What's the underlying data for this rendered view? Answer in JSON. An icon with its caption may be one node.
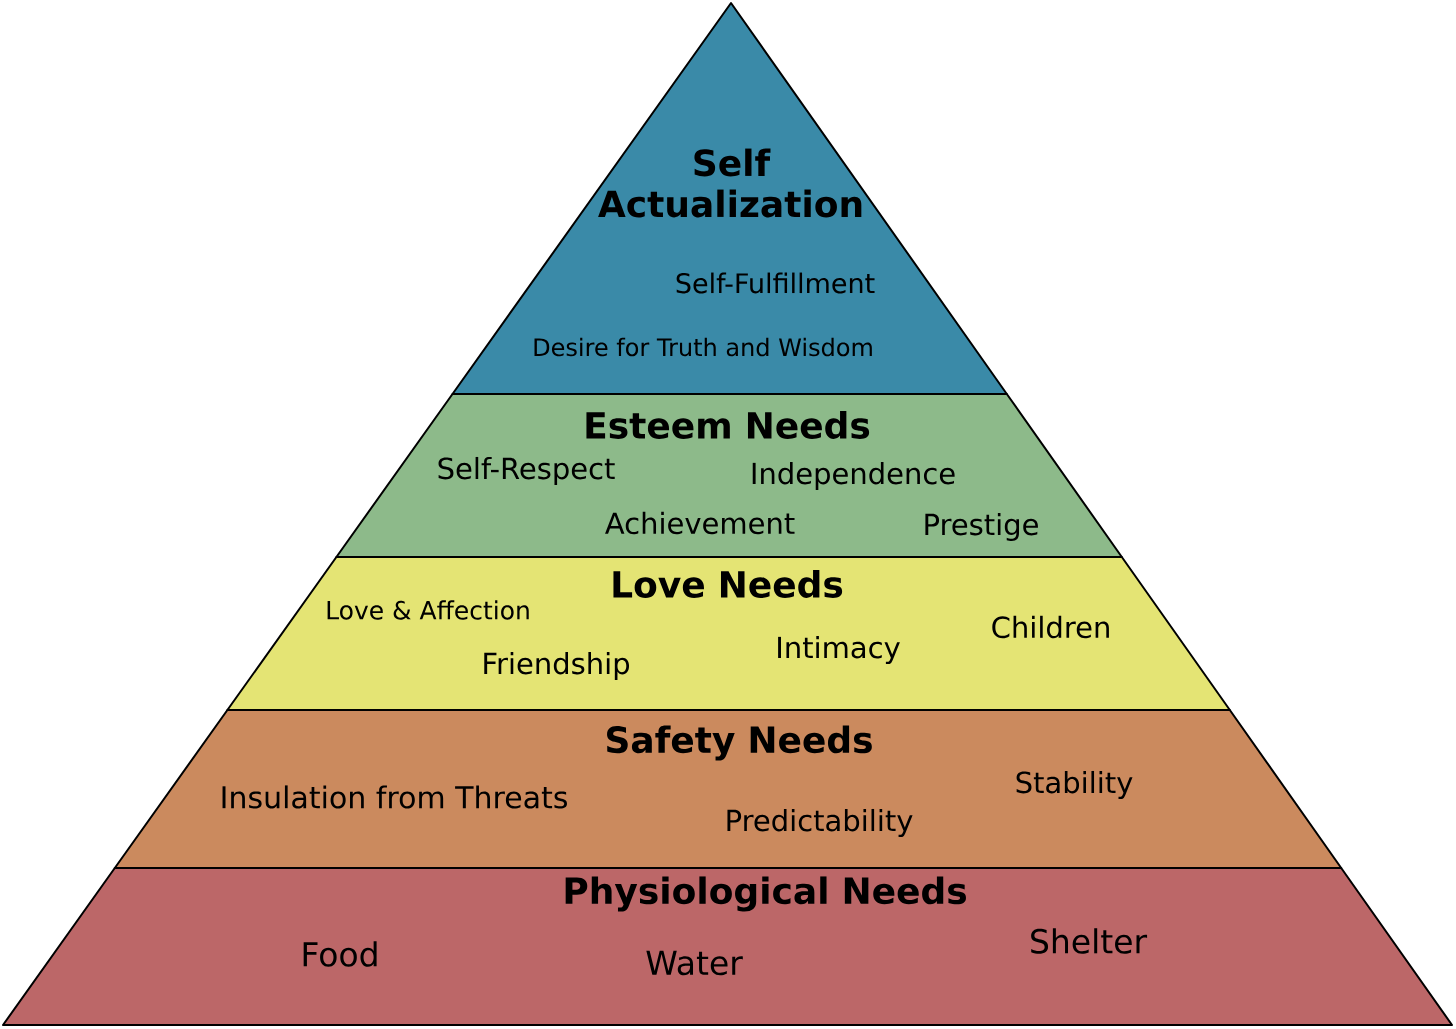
{
  "diagram": {
    "nodes": [
      {
        "text": [
          "Self Actualization",
          "Self-Fulfillment",
          "Desire for Truth and Wisdom"
        ]
      },
      {
        "text": [
          "Esteem Needs",
          "Self-Respect",
          "Independence",
          "Achievement",
          "Prestige"
        ]
      },
      {
        "text": [
          "Love Needs",
          "Love & Affection",
          "Friendship",
          "Intimacy",
          "Children"
        ]
      },
      {
        "text": [
          "Safety Needs",
          "Insulation from Threats",
          "Predictability",
          "Stability"
        ]
      },
      {
        "text": [
          "Physiological Needs",
          "Food",
          "Water",
          "Shelter"
        ]
      }
    ]
  }
}
